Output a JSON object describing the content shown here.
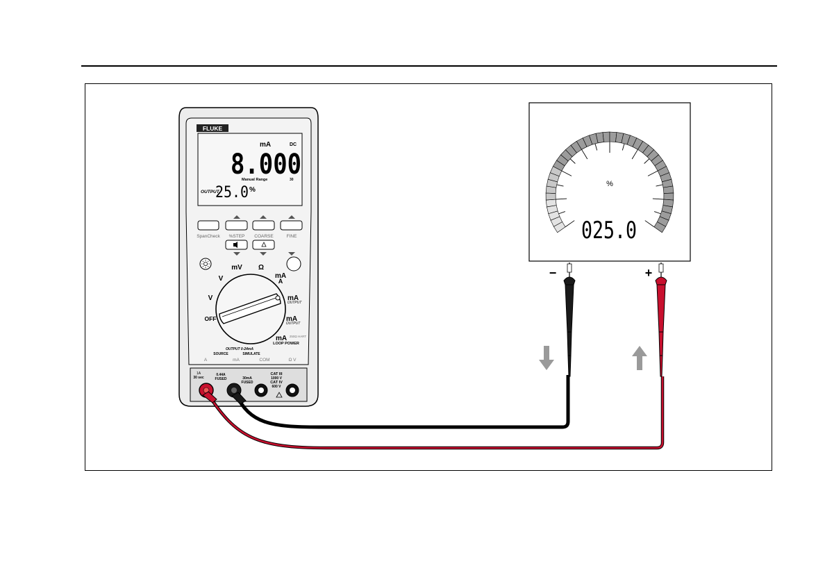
{
  "meter": {
    "brand": "FLUKE",
    "display": {
      "unit": "mA",
      "mode": "DC",
      "main_value": "8.000",
      "manual_range": "Manual Range",
      "range_number": "30",
      "output_label": "OUTPUT",
      "secondary_value": "25.0",
      "secondary_unit": "%"
    },
    "buttons": {
      "spancheck": "SpanCheck",
      "step": "%STEP",
      "coarse": "COARSE",
      "fine": "FINE"
    },
    "dial": {
      "mv": "mV",
      "ohm": "Ω",
      "v_dc": "V",
      "v_ac": "V",
      "ma_a": "mA",
      "a": "A",
      "off": "OFF",
      "ma_output1": "mA",
      "output1": "OUTPUT",
      "ma_output2": "mA",
      "output2": "OUTPUT",
      "ma_loop": "mA",
      "hart": "250Ω HART",
      "loop_power": "LOOP POWER"
    },
    "source_bar": {
      "output_range": "OUTPUT 0-24mA",
      "source": "SOURCE",
      "simulate": "SIMULATE",
      "a": "A",
      "ma": "mA",
      "com": "COM",
      "ohm_v": "Ω V"
    },
    "jacks": {
      "a_rating": "1A",
      "a_time": "30 sec",
      "a_fuse": "0.44A",
      "a_fused": "FUSED",
      "ma_fuse": "30mA",
      "ma_fused": "FUSED",
      "cat1": "CAT III",
      "cat1_v": "1000 V",
      "cat2": "CAT IV",
      "cat2_v": "600 V"
    }
  },
  "gauge": {
    "unit": "%",
    "readout": "025.0",
    "minus": "−",
    "plus": "+"
  },
  "colors": {
    "black_lead": "#1a1a1a",
    "red_lead": "#c8102e",
    "arrow_gray": "#9a9a9a",
    "gauge_fill": "#9c9c9c",
    "case": "#e9e9e9"
  }
}
